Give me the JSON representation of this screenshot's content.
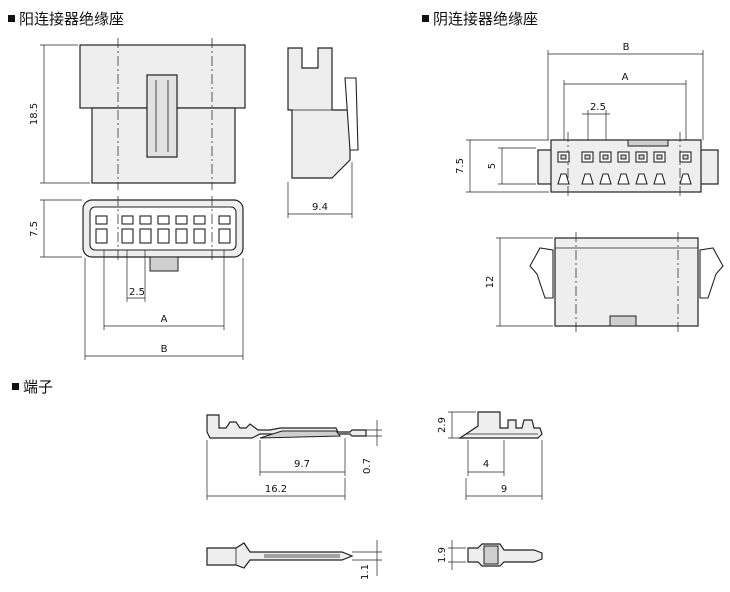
{
  "headings": {
    "male_housing": "阳连接器绝缘座",
    "female_housing": "阴连接器绝缘座",
    "terminal": "端子"
  },
  "dimensions": {
    "male_height": "18.5",
    "male_depth": "9.4",
    "male_front_height": "7.5",
    "male_pitch": "2.5",
    "male_a": "A",
    "male_b": "B",
    "female_b": "B",
    "female_a": "A",
    "female_pitch": "2.5",
    "female_height_outer": "7.5",
    "female_height_inner": "5",
    "female_side_height": "12",
    "terminal_length_crimp": "9.7",
    "terminal_length_total": "16.2",
    "terminal_thickness": "0.7",
    "terminal_height": "2.9",
    "terminal_barrel": "4",
    "terminal_end_length": "9",
    "terminal_width_1": "1.9",
    "terminal_width_2": "1.1"
  }
}
